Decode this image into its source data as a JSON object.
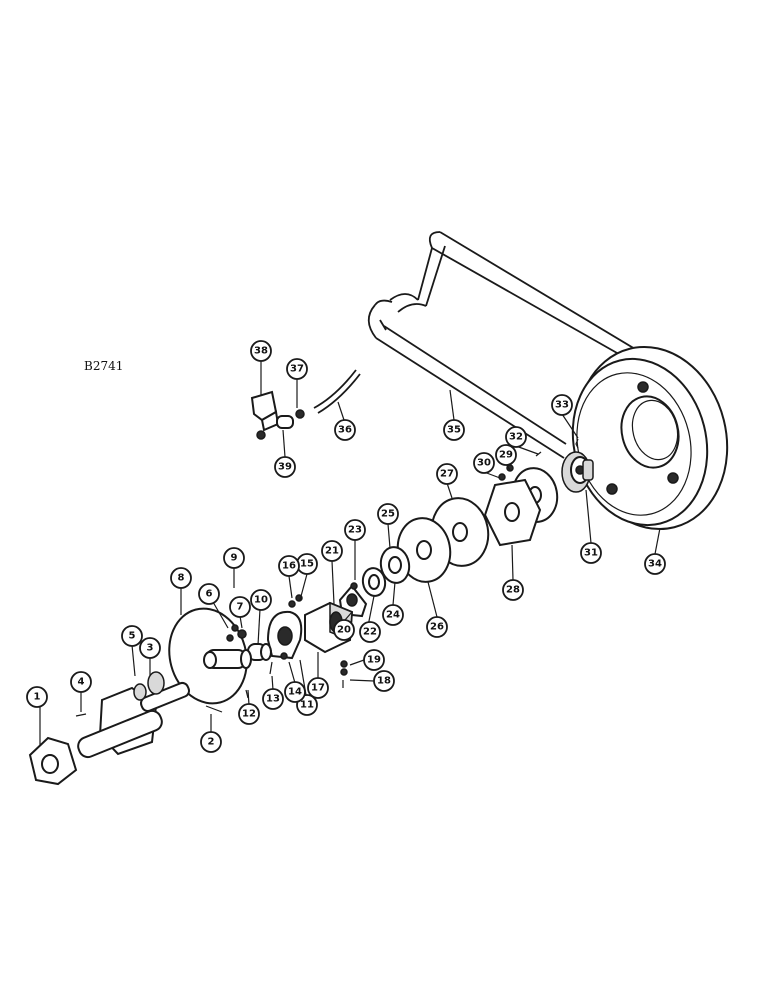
{
  "drawing_number": "B2741",
  "callouts": [
    "1",
    "2",
    "3",
    "4",
    "5",
    "6",
    "7",
    "8",
    "9",
    "10",
    "11",
    "12",
    "13",
    "14",
    "15",
    "16",
    "17",
    "18",
    "19",
    "20",
    "21",
    "22",
    "23",
    "24",
    "25",
    "26",
    "27",
    "28",
    "29",
    "30",
    "31",
    "32",
    "33",
    "34",
    "35",
    "36",
    "37",
    "38",
    "39"
  ]
}
